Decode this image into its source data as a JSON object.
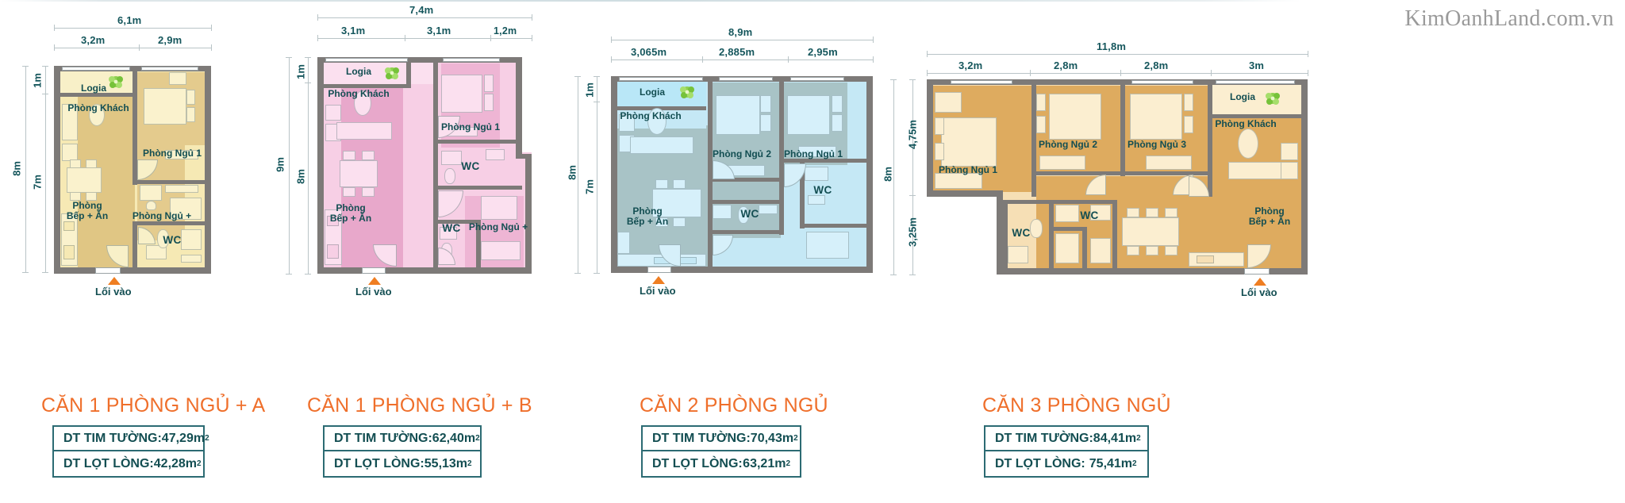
{
  "watermark": "KimOanhLand.com.vn",
  "common": {
    "entry_label": "Lối vào",
    "logia": "Logia",
    "living": "Phòng Khách",
    "kitchen": "Phòng\nBếp + Ăn",
    "kitchen_l1": "Phòng",
    "kitchen_l2": "Bếp + Ăn",
    "wc": "WC",
    "bed1": "Phòng Ngủ 1",
    "bed2": "Phòng Ngủ 2",
    "bed3": "Phòng Ngủ 3",
    "bed_plus": "Phòng Ngủ +",
    "label_tim_tuong": "DT TIM TƯỜNG:",
    "label_lot_long": "DT LỌT LÒNG:"
  },
  "colors": {
    "accent_orange": "#ef6f2b",
    "teal_text": "#134e52",
    "box_border": "#2c6b73",
    "wall": "#7d7a78",
    "plan1_fill": "#f6e9b4",
    "plan1_floor": "#e0c684",
    "plan2_fill": "#f7cfe5",
    "plan2_floor": "#e8a8cb",
    "plan3_fill": "#c5e8f5",
    "plan3_floor": "#a8c3c6",
    "plan4_fill": "#f6dfb5",
    "plan4_floor": "#deab5f"
  },
  "plans": [
    {
      "id": "plan-1",
      "caption": "CĂN 1 PHÒNG NGỦ + A",
      "area_tim_tuong": "47,29m",
      "area_lot_long": "42,28m",
      "dim_total_top": "6,1m",
      "dim_top_segments": [
        "3,2m",
        "2,9m"
      ],
      "dim_total_left": "8m",
      "dim_left_segments": [
        "1m",
        "7m"
      ],
      "rooms": [
        "Logia",
        "Phòng Khách",
        "Phòng Ngủ 1",
        "Phòng Bếp + Ăn",
        "Phòng Ngủ +",
        "WC"
      ]
    },
    {
      "id": "plan-2",
      "caption": "CĂN 1 PHÒNG NGỦ + B",
      "area_tim_tuong": "62,40m",
      "area_lot_long": "55,13m",
      "dim_total_top": "7,4m",
      "dim_top_segments": [
        "3,1m",
        "3,1m",
        "1,2m"
      ],
      "dim_total_left": "9m",
      "dim_left_segments": [
        "1m",
        "8m"
      ],
      "rooms": [
        "Logia",
        "Phòng Khách",
        "Phòng Ngủ 1",
        "WC",
        "Phòng Bếp + Ăn",
        "WC",
        "Phòng Ngủ +"
      ]
    },
    {
      "id": "plan-3",
      "caption": "CĂN 2 PHÒNG NGỦ",
      "area_tim_tuong": "70,43m",
      "area_lot_long": "63,21m",
      "dim_total_top": "8,9m",
      "dim_top_segments": [
        "3,065m",
        "2,885m",
        "2,95m"
      ],
      "dim_total_left": "8m",
      "dim_left_segments": [
        "1m",
        "7m"
      ],
      "rooms": [
        "Logia",
        "Phòng Khách",
        "Phòng Ngủ 2",
        "Phòng Ngủ 1",
        "Phòng Bếp + Ăn",
        "WC",
        "WC"
      ]
    },
    {
      "id": "plan-4",
      "caption": "CĂN 3 PHÒNG NGỦ",
      "area_tim_tuong": "84,41m",
      "area_lot_long": "75,41m",
      "dim_total_top": "11,8m",
      "dim_top_segments": [
        "3,2m",
        "2,8m",
        "2,8m",
        "3m"
      ],
      "dim_total_left": "8m",
      "dim_left_segments": [
        "4,75m",
        "3,25m"
      ],
      "rooms": [
        "Phòng Ngủ 1",
        "Phòng Ngủ 2",
        "Phòng Ngủ 3",
        "Logia",
        "Phòng Khách",
        "Phòng Bếp + Ăn",
        "WC",
        "WC"
      ]
    }
  ]
}
